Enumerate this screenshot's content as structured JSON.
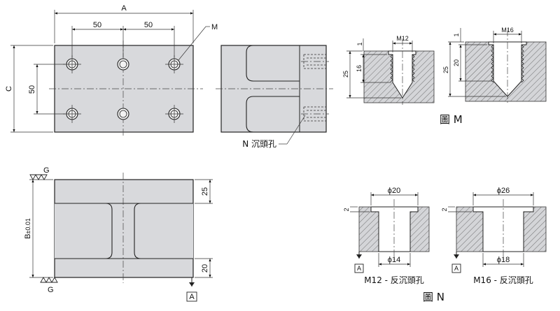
{
  "dimensions": {
    "A": "A",
    "C": "C",
    "pitch_x_1": "50",
    "pitch_x_2": "50",
    "pitch_y": "50",
    "B": "B",
    "B_tol": "±0.01",
    "top_25": "25",
    "bot_20": "20"
  },
  "labels": {
    "M": "M",
    "N_callout": "N 沉頭孔",
    "G_top": "G",
    "G_bottom": "G",
    "A_datum": "A"
  },
  "figure_m": {
    "title": "圖 M",
    "m12": {
      "size": "M12",
      "d1": "1",
      "d16": "16",
      "d25": "25"
    },
    "m16": {
      "size": "M16",
      "d1": "1",
      "d20": "20",
      "d25": "25"
    }
  },
  "figure_n": {
    "title": "圖 N",
    "m12": {
      "top_dia": "ϕ20",
      "bot_dia": "ϕ14",
      "depth": "2",
      "datum": "A",
      "caption": "M12 - 反沉頭孔"
    },
    "m16": {
      "top_dia": "ϕ26",
      "bot_dia": "ϕ18",
      "depth": "2",
      "datum": "A",
      "caption": "M16 - 反沉頭孔"
    }
  }
}
